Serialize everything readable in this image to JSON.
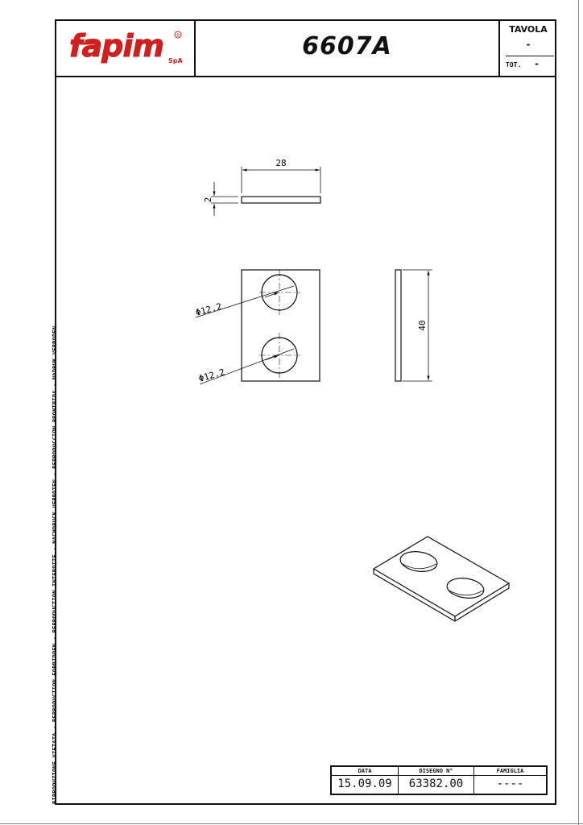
{
  "header": {
    "logo_text": "fapim",
    "logo_suffix": "SpA",
    "logo_mark": "®",
    "drawing_number": "6607A",
    "tavola_label": "TAVOLA",
    "tavola_value": "-",
    "tot_label": "TOT.",
    "tot_value": "-"
  },
  "side_notice": "RIPRODUZIONE VIETATA - REPRODUCTION FORBIDDEN - REPRODUCTION INTERDITE - NACHDRUCK VERBOTEN - REPRODUCCION PROHIBIDA - NADRUK VERBODEN",
  "dimensions": {
    "width": "28",
    "thickness": "2",
    "height": "40",
    "hole_upper": "Φ12.2",
    "hole_lower": "Φ12.2"
  },
  "title_block": {
    "data_label": "DATA",
    "data_value": "15.09.09",
    "disegno_label": "DISEGNO N°",
    "disegno_value": "63382.00",
    "famiglia_label": "FAMIGLIA",
    "famiglia_value": "----"
  },
  "colors": {
    "logo_red": "#d11f1f",
    "line": "#111111"
  }
}
